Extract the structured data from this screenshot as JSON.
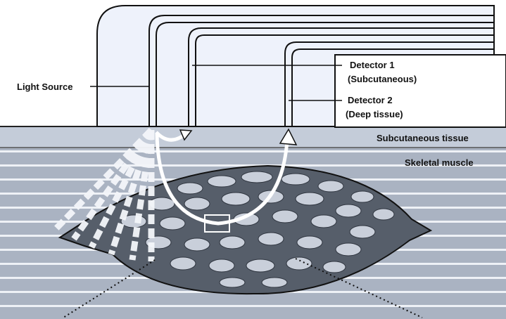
{
  "labels": {
    "light_source": "Light Source",
    "detector1_title": "Detector 1",
    "detector1_sub": "(Subcutaneous)",
    "detector2_title": "Detector 2",
    "detector2_sub": "(Deep tissue)",
    "subcutaneous_tissue": "Subcutaneous tissue",
    "skeletal_muscle": "Skeletal muscle"
  },
  "colors": {
    "probe_fill": "#eef2fb",
    "tissue_top": "#c4ccd9",
    "muscle_bg": "#a9b3c3",
    "muscle_stripe": "#eef1f6",
    "muscle_mesh": "#575f6b",
    "outline": "#111111"
  }
}
